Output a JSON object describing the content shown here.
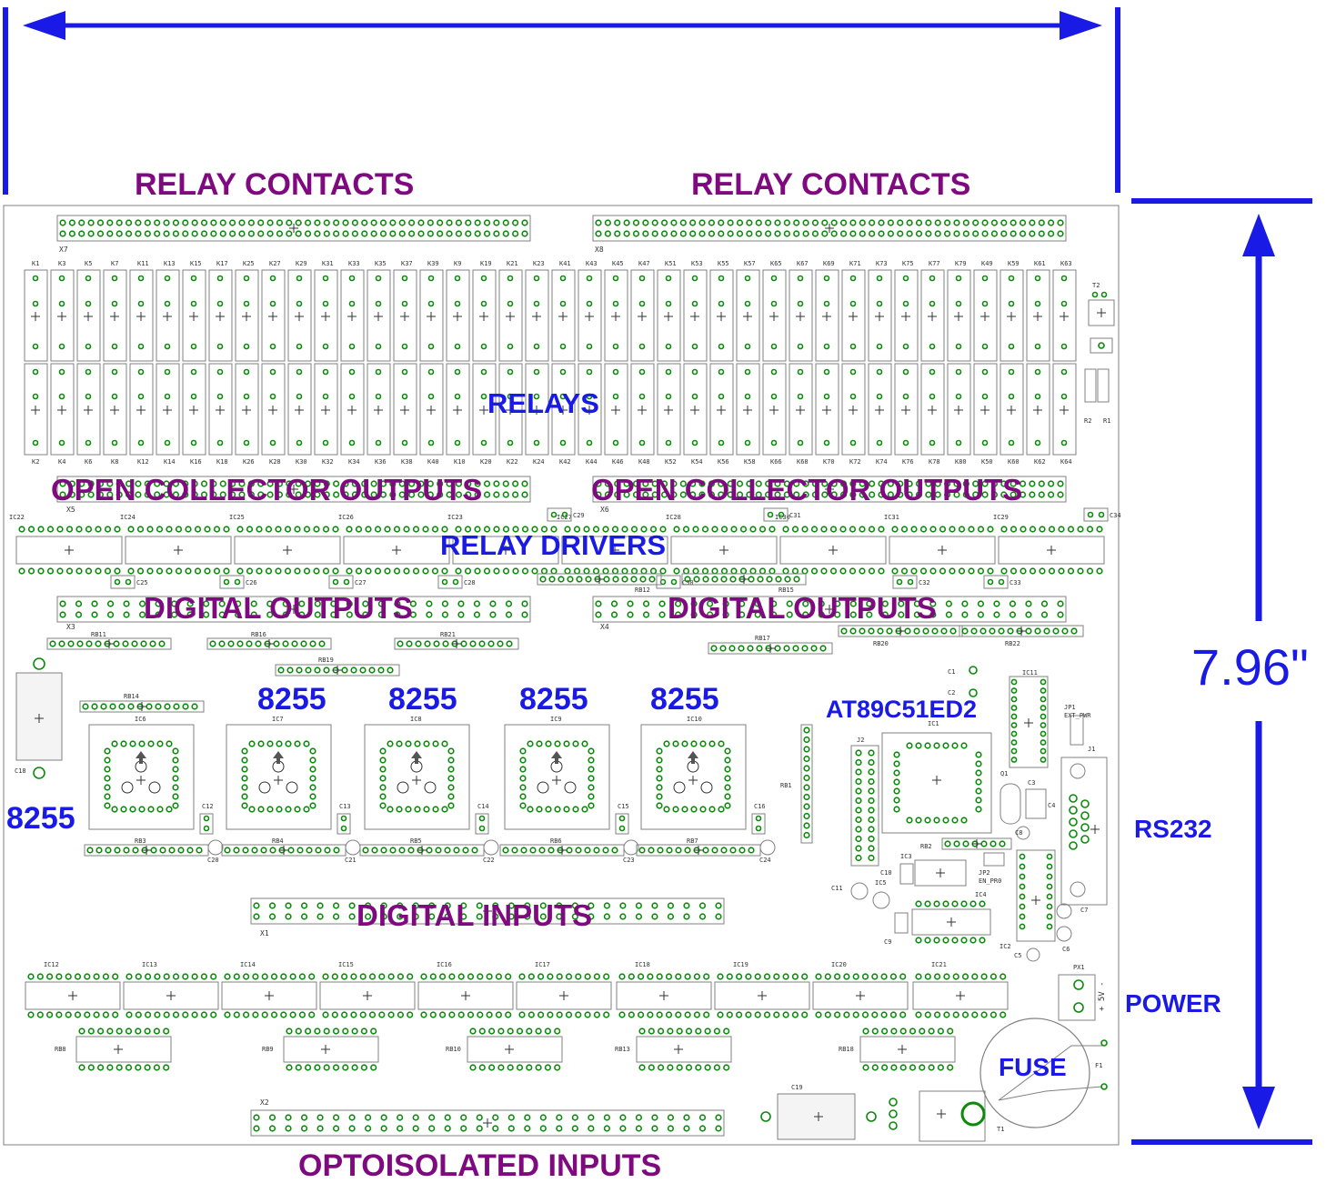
{
  "colors": {
    "dimension": "#1a1ae6",
    "section_label": "#7f0a7f",
    "block_label": "#1a1ae6",
    "pad": "#0b8a0b",
    "silk": "#808080"
  },
  "dimension": {
    "height_label": "7.96\""
  },
  "labels": {
    "relay_contacts_left": "RELAY CONTACTS",
    "relay_contacts_right": "RELAY CONTACTS",
    "relays": "RELAYS",
    "open_collector_left": "OPEN COLLECTOR OUTPUTS",
    "open_collector_right": "OPEN COLLECTOR OUTPUTS",
    "relay_drivers": "RELAY DRIVERS",
    "digital_outputs_left": "DIGITAL OUTPUTS",
    "digital_outputs_right": "DIGITAL OUTPUTS",
    "ppi_1": "8255",
    "ppi_2": "8255",
    "ppi_3": "8255",
    "ppi_4": "8255",
    "ppi_5": "8255",
    "mcu": "AT89C51ED2",
    "rs232": "RS232",
    "digital_inputs": "DIGITAL INPUTS",
    "power": "POWER",
    "fuse": "FUSE",
    "optoisolated_inputs": "OPTOISOLATED INPUTS"
  },
  "components": {
    "connectors": [
      "X7",
      "X8",
      "X5",
      "X6",
      "X3",
      "X4",
      "X1",
      "X2"
    ],
    "relays_top": [
      "K1",
      "K3",
      "K5",
      "K7",
      "K11",
      "K13",
      "K15",
      "K17",
      "K25",
      "K27",
      "K29",
      "K31",
      "K33",
      "K35",
      "K37",
      "K39",
      "K9",
      "K19",
      "K21",
      "K23",
      "K41",
      "K43",
      "K45",
      "K47",
      "K51",
      "K53",
      "K55",
      "K57",
      "K65",
      "K67",
      "K69",
      "K71",
      "K73",
      "K75",
      "K77",
      "K79",
      "K49",
      "K59",
      "K61",
      "K63"
    ],
    "relays_bottom": [
      "K2",
      "K4",
      "K6",
      "K8",
      "K12",
      "K14",
      "K16",
      "K18",
      "K26",
      "K28",
      "K30",
      "K32",
      "K34",
      "K36",
      "K38",
      "K40",
      "K10",
      "K20",
      "K22",
      "K24",
      "K42",
      "K44",
      "K46",
      "K48",
      "K52",
      "K54",
      "K56",
      "K58",
      "K66",
      "K68",
      "K70",
      "K72",
      "K74",
      "K76",
      "K78",
      "K80",
      "K50",
      "K60",
      "K62",
      "K64"
    ],
    "driver_ics": [
      "IC22",
      "IC24",
      "IC25",
      "IC26",
      "IC23",
      "IC27",
      "IC28",
      "IC30",
      "IC31",
      "IC29"
    ],
    "ppi_ics": [
      "IC6",
      "IC7",
      "IC8",
      "IC9",
      "IC10"
    ],
    "input_ics": [
      "IC12",
      "IC13",
      "IC14",
      "IC15",
      "IC16",
      "IC17",
      "IC18",
      "IC19",
      "IC20",
      "IC21"
    ],
    "input_rn": [
      "RB8",
      "RB9",
      "RB10",
      "RB13",
      "RB18"
    ],
    "misc": {
      "mcu_ref": "IC1",
      "mcu_latch": "IC11",
      "rs232_conn": "J1",
      "header": "J2",
      "power_conn": "PX1",
      "fuse_ref": "F1",
      "regulator": "T1",
      "bulk_cap": "C19",
      "cap_c18": "C18",
      "t2": "T2",
      "r1": "R1",
      "r2": "R2",
      "jp1": "JP1",
      "jp1_name": "EXT_PWR",
      "jp2": "JP2",
      "jp2_name": "EN_PR0",
      "power_pins": "+ 5V -",
      "crystal": "Q1"
    },
    "rn_upper": [
      "RB11",
      "RB16",
      "RB21",
      "RB19",
      "RB17",
      "RB20",
      "RB22",
      "RB12",
      "RB15",
      "RB14",
      "RB1",
      "RB2"
    ],
    "rn_ppi": [
      "RB3",
      "RB4",
      "RB5",
      "RB6",
      "RB7"
    ],
    "caps_driver": [
      "C25",
      "C26",
      "C27",
      "C28",
      "C29",
      "C31",
      "C30",
      "C32",
      "C33",
      "C34"
    ],
    "caps_ppi": [
      "C12",
      "C13",
      "C14",
      "C15",
      "C16",
      "C20",
      "C21",
      "C22",
      "C23",
      "C24"
    ],
    "caps_misc": [
      "C1",
      "C2",
      "C3",
      "C4",
      "C5",
      "C6",
      "C7",
      "C8",
      "C9",
      "C10",
      "C11"
    ],
    "ic_misc": [
      "IC2",
      "IC3",
      "IC4",
      "IC5"
    ]
  }
}
